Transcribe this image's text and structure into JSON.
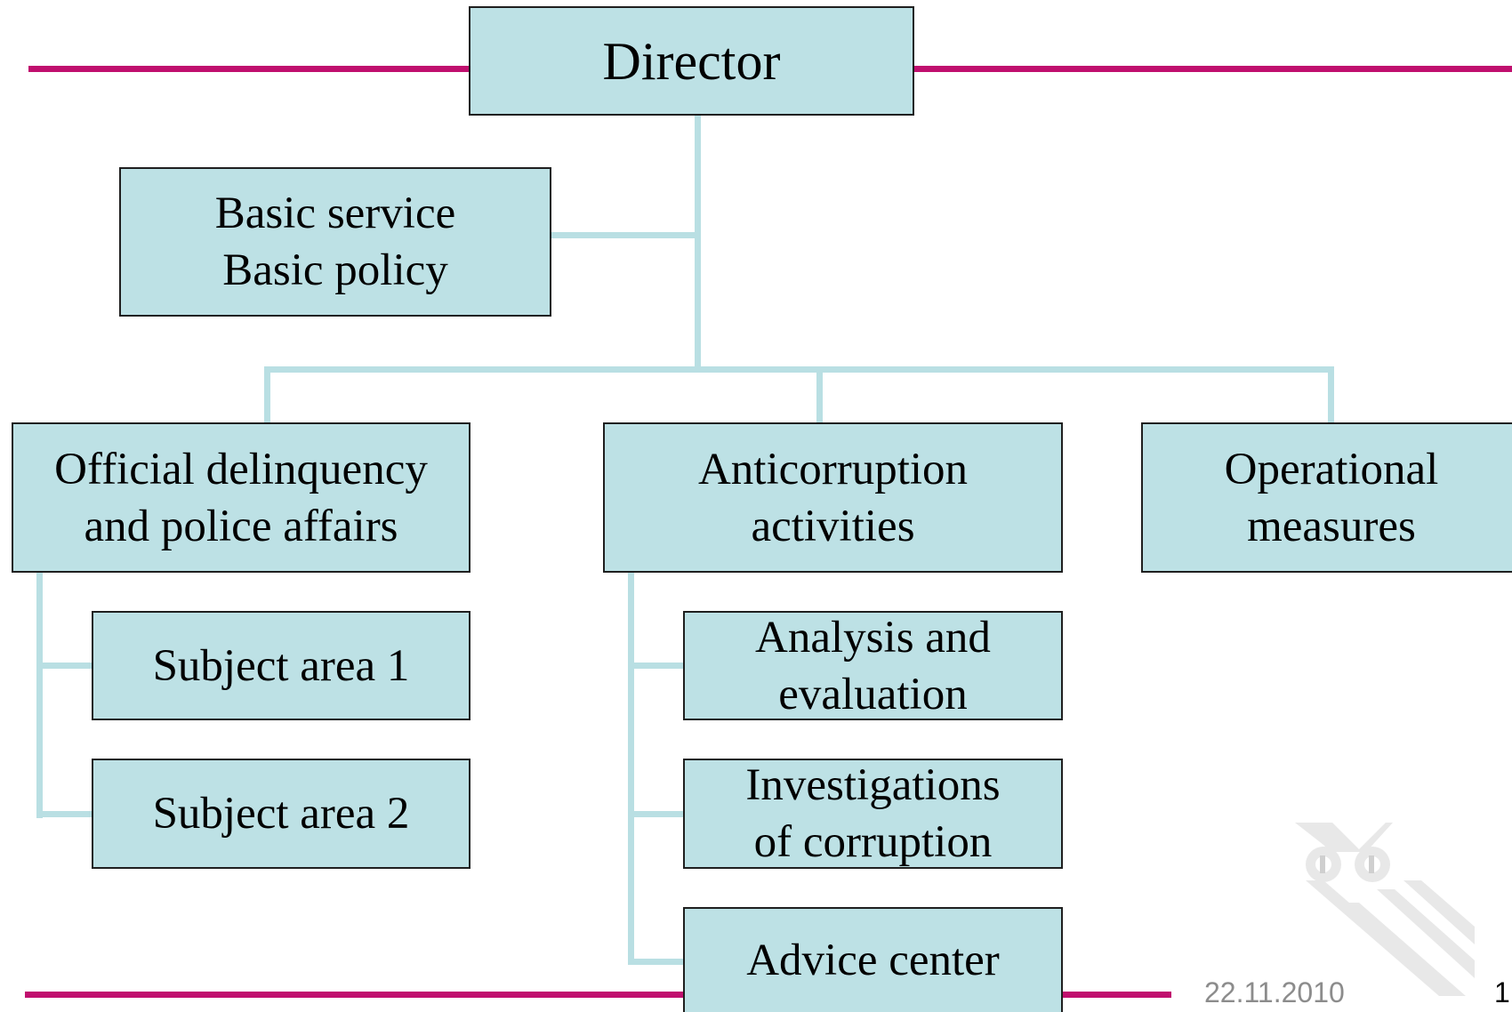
{
  "nodes": {
    "director": {
      "lines": [
        "Director"
      ]
    },
    "basic": {
      "lines": [
        "Basic service",
        "Basic policy"
      ]
    },
    "official": {
      "lines": [
        "Official delinquency",
        "and police affairs"
      ]
    },
    "anticorruption": {
      "lines": [
        "Anticorruption",
        "activities"
      ]
    },
    "operational": {
      "lines": [
        "Operational",
        "measures"
      ]
    },
    "subject1": {
      "lines": [
        "Subject area 1"
      ]
    },
    "subject2": {
      "lines": [
        "Subject area 2"
      ]
    },
    "analysis": {
      "lines": [
        "Analysis and",
        "evaluation"
      ]
    },
    "investigations": {
      "lines": [
        "Investigations",
        "of corruption"
      ]
    },
    "advice": {
      "lines": [
        "Advice center"
      ]
    }
  },
  "footer": {
    "date": "22.11.2010",
    "page_number": "1"
  },
  "colors": {
    "accent_rule": "#c00f6e",
    "box_fill": "#bde1e5",
    "connector": "#b9dfe3",
    "footer_text": "#8c8c8c"
  },
  "logo": {
    "icon": "owl-logo-watermark"
  }
}
